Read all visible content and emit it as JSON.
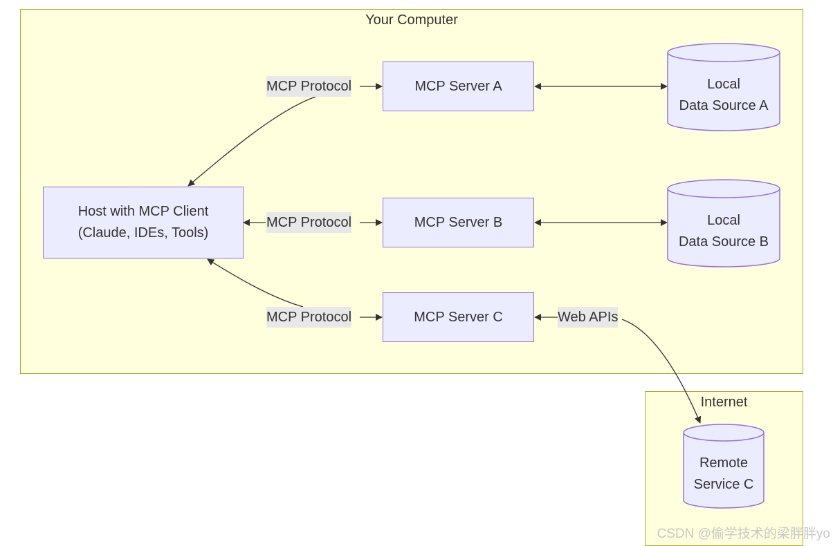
{
  "clusters": {
    "your_computer": {
      "title": "Your Computer"
    },
    "internet": {
      "title": "Internet"
    }
  },
  "nodes": {
    "host": {
      "line1": "Host with MCP Client",
      "line2": "(Claude, IDEs, Tools)"
    },
    "server_a": {
      "label": "MCP Server A"
    },
    "server_b": {
      "label": "MCP Server B"
    },
    "server_c": {
      "label": "MCP Server C"
    },
    "source_a": {
      "line1": "Local",
      "line2": "Data Source A"
    },
    "source_b": {
      "line1": "Local",
      "line2": "Data Source B"
    },
    "remote_c": {
      "line1": "Remote",
      "line2": "Service C"
    }
  },
  "edges": {
    "protocol_a": "MCP Protocol",
    "protocol_b": "MCP Protocol",
    "protocol_c": "MCP Protocol",
    "web_apis": "Web APIs"
  },
  "watermark": "CSDN @偷学技术的梁胖胖yo",
  "colors": {
    "cluster_fill": "#ffffde",
    "cluster_border": "#aaaa33",
    "node_fill": "#ececff",
    "node_border": "#9370db",
    "label_bg": "#e8e8e8",
    "edge": "#333333"
  }
}
